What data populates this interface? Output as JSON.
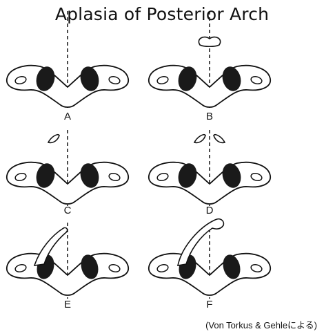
{
  "title": "Aplasia of Posterior Arch",
  "panels": [
    {
      "label": "A"
    },
    {
      "label": "B"
    },
    {
      "label": "C"
    },
    {
      "label": "D"
    },
    {
      "label": "E"
    },
    {
      "label": "F"
    }
  ],
  "credit": "(Von Torkus & Gehleによる)",
  "colors": {
    "ink": "#111111",
    "facet_fill": "#1a1a1a",
    "background": "#ffffff"
  }
}
